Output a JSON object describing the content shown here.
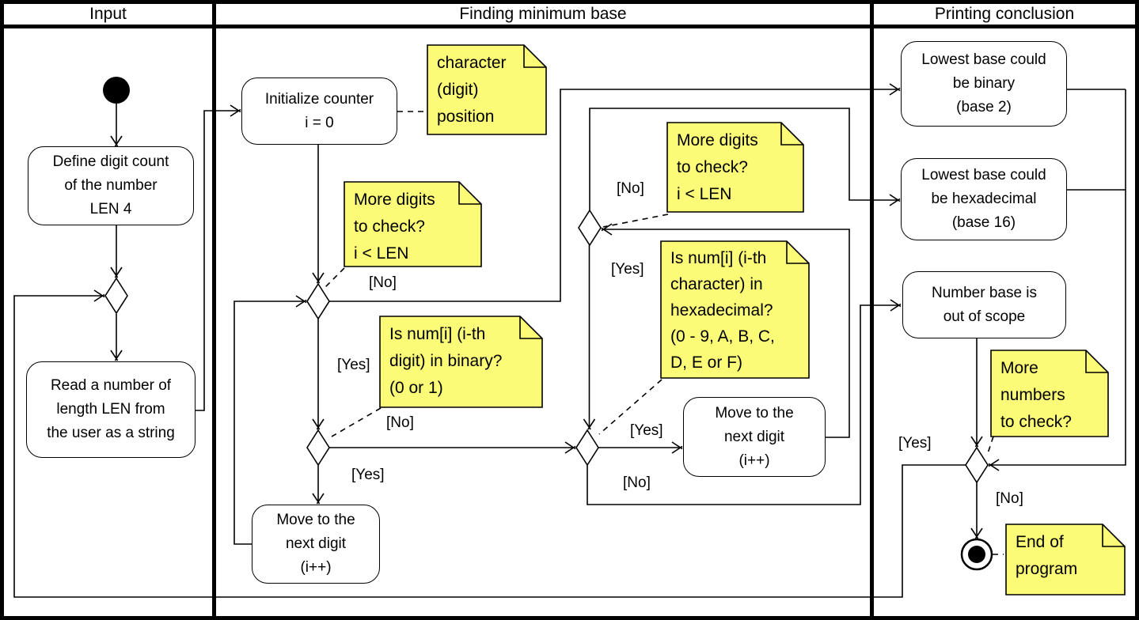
{
  "lanes": {
    "input": "Input",
    "finding": "Finding minimum base",
    "printing": "Printing conclusion"
  },
  "nodes": {
    "define": "Define digit count\nof the number\nLEN 4",
    "read": "Read a number of\nlength LEN from\nthe user as a string",
    "init": "Initialize counter\ni = 0",
    "move_next_binary": "Move to the\nnext digit\n(i++)",
    "move_next_hex": "Move to the\nnext digit\n(i++)",
    "lowest_binary": "Lowest base could\nbe binary\n(base 2)",
    "lowest_hex": "Lowest base could\nbe hexadecimal\n(base 16)",
    "out_of_scope": "Number base is\nout of scope"
  },
  "notes": {
    "char_position": "character\n(digit)\nposition",
    "more_digits_binary": "More digits\nto check?\ni < LEN",
    "is_binary": "Is num[i] (i-th\ndigit) in binary?\n(0 or 1)",
    "more_digits_hex": "More digits\nto check?\ni < LEN",
    "is_hex": "Is num[i] (i-th\ncharacter) in\nhexadecimal?\n(0 - 9, A, B, C,\nD, E or F)",
    "more_numbers": "More\nnumbers\nto check?",
    "end_program": "End of\nprogram"
  },
  "guards": {
    "d1_no": "[No]",
    "d1_yes": "[Yes]",
    "d2_no": "[No]",
    "d2_yes": "[Yes]",
    "hexmore_no": "[No]",
    "hexmore_yes": "[Yes]",
    "hexchar_yes": "[Yes]",
    "hexchar_no": "[No]",
    "final_yes": "[Yes]",
    "final_no": "[No]"
  },
  "colors": {
    "note_fill": "#FBFB77",
    "line": "#000000",
    "background": "#FFFFFF"
  }
}
